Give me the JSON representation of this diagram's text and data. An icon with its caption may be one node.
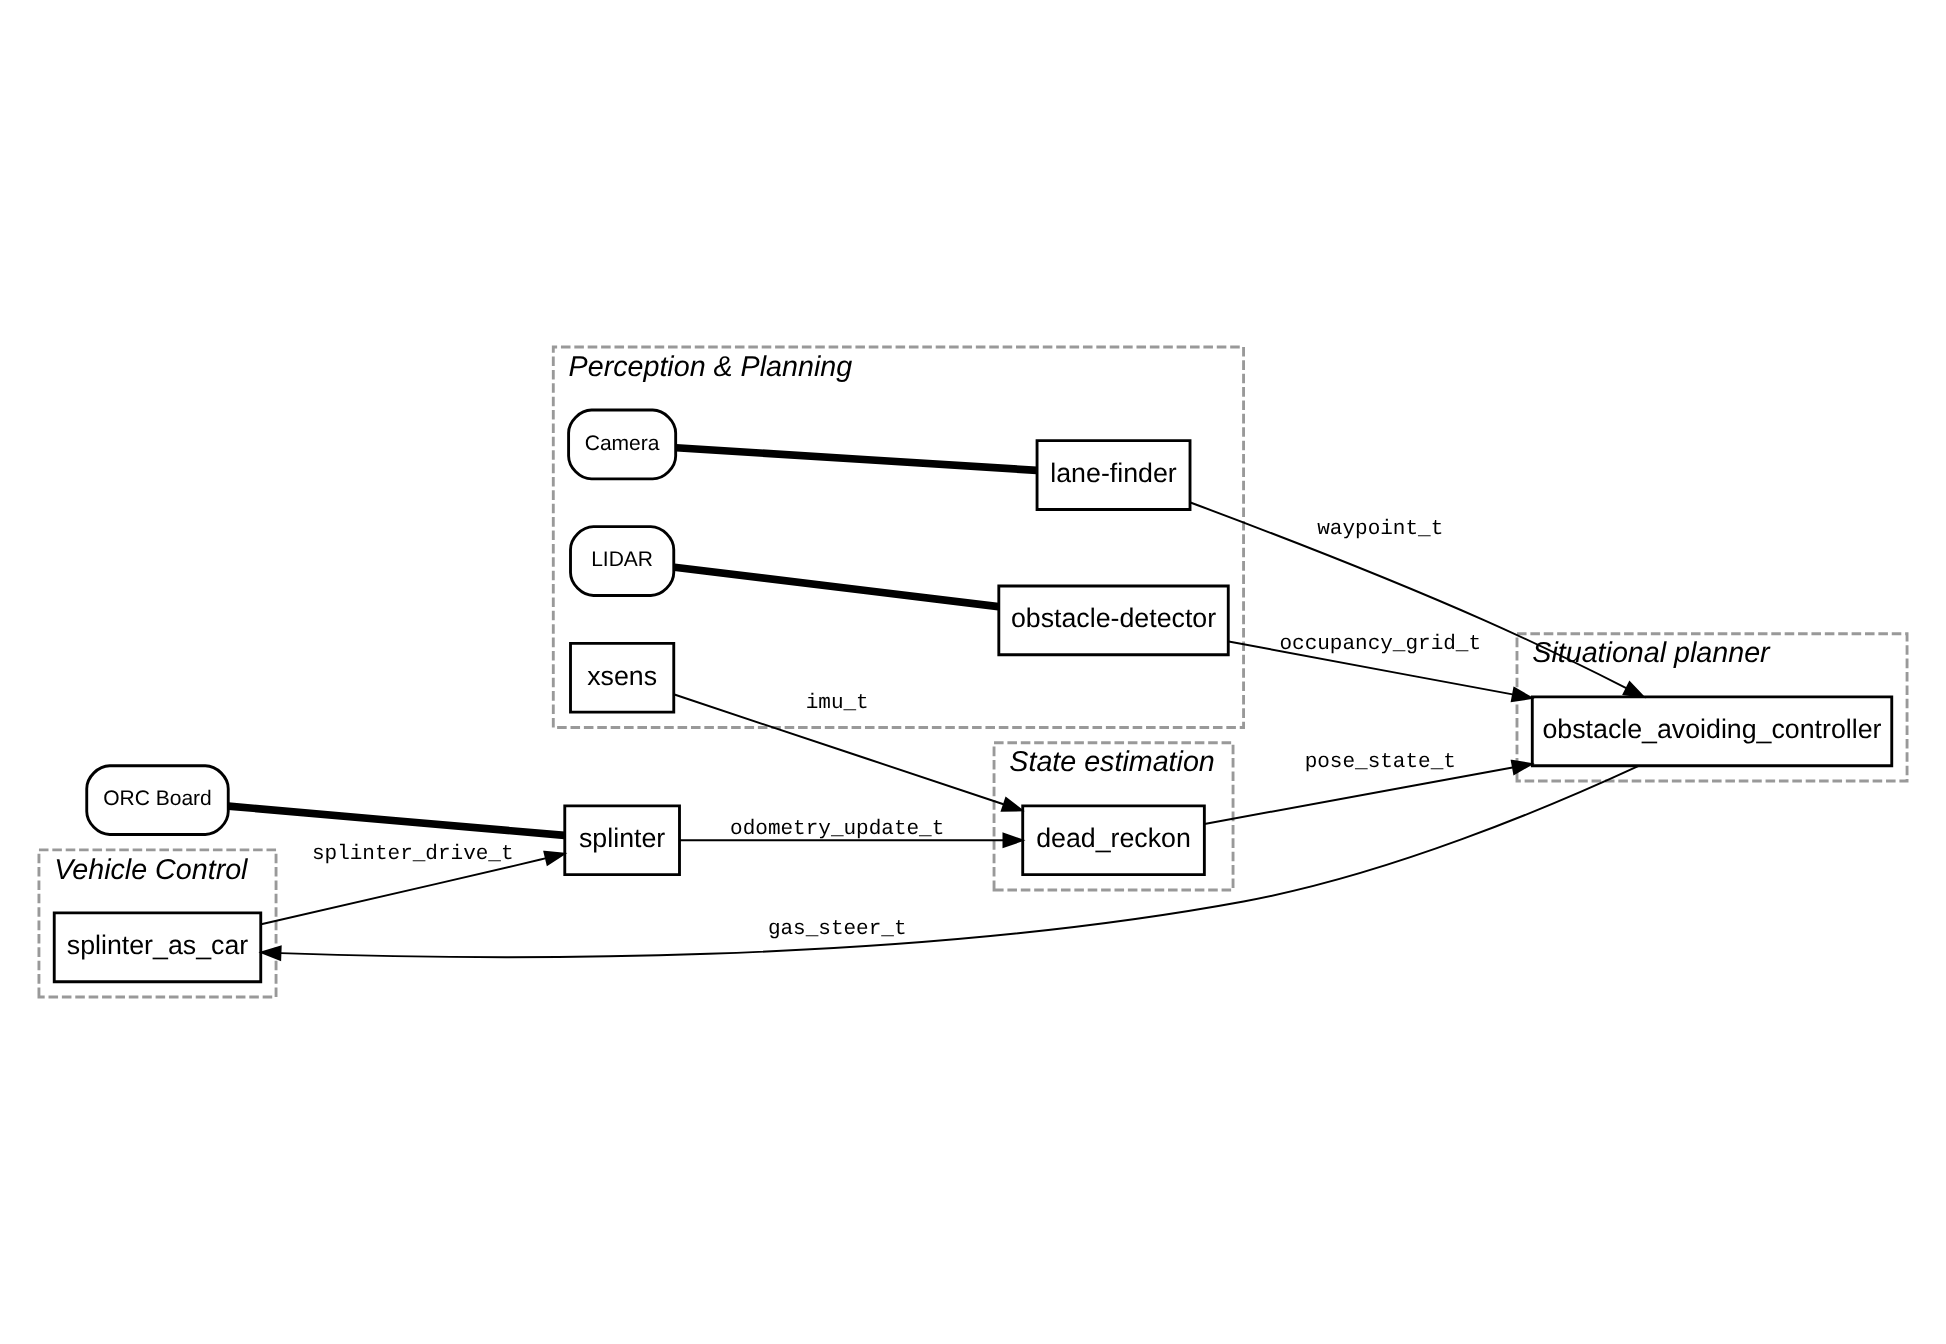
{
  "diagram": {
    "nodes": [
      {
        "text": [
          "Perception & Planning"
        ]
      },
      {
        "text": [
          "Camera"
        ],
        "in": 0
      },
      {
        "text": [
          "lane-finder"
        ],
        "in": 0
      },
      {
        "text": [
          "LIDAR"
        ],
        "in": 0
      },
      {
        "text": [
          "obstacle-detector"
        ],
        "in": 0
      },
      {
        "text": [
          "xsens"
        ],
        "in": 0
      },
      {
        "text": [
          "State estimation"
        ]
      },
      {
        "text": [
          "dead_reckon"
        ],
        "in": 6
      },
      {
        "text": [
          "ORC Board"
        ]
      },
      {
        "text": [
          "splinter"
        ]
      },
      {
        "text": [
          "Vehicle Control"
        ]
      },
      {
        "text": [
          "splinter_as_car"
        ],
        "in": 10
      },
      {
        "text": [
          "Situational planner"
        ]
      },
      {
        "text": [
          "obstacle_avoiding_controller"
        ],
        "in": 12
      }
    ],
    "edges": [
      {
        "from": 1,
        "to": 2,
        "arrow": "none",
        "style": "thick"
      },
      {
        "from": 3,
        "to": 4,
        "arrow": "none",
        "style": "thick"
      },
      {
        "from": 8,
        "to": 9,
        "arrow": "none",
        "style": "thick"
      },
      {
        "from": 2,
        "to": 13,
        "arrow": "to",
        "label": "waypoint_t"
      },
      {
        "from": 4,
        "to": 13,
        "arrow": "to",
        "label": "occupancy_grid_t"
      },
      {
        "from": 5,
        "to": 7,
        "arrow": "to",
        "label": "imu_t"
      },
      {
        "from": 9,
        "to": 7,
        "arrow": "to",
        "label": "odometry_update_t"
      },
      {
        "from": 7,
        "to": 13,
        "arrow": "to",
        "label": "pose_state_t"
      },
      {
        "from": 13,
        "to": 11,
        "arrow": "to",
        "label": "gas_steer_t"
      },
      {
        "from": 11,
        "to": 9,
        "arrow": "to",
        "label": "splinter_drive_t"
      }
    ]
  }
}
